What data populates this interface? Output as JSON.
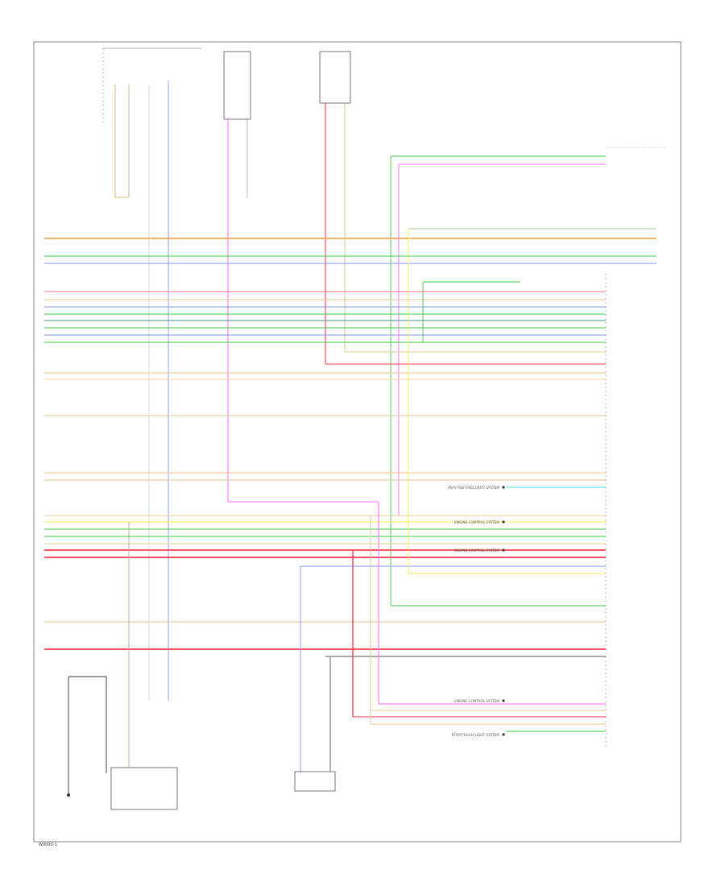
{
  "diagram": {
    "page_code": "W0000-1",
    "colors": {
      "orange": "#ff9a40",
      "green": "#3cc83c",
      "blue": "#7f95f2",
      "red": "#ff3c50",
      "pink": "#ff6bff",
      "tan": "#dcc894",
      "yellow": "#f4f04c",
      "cyan": "#50dcdc",
      "lightgreen": "#8fe08f",
      "gray": "#555555",
      "black": "#222222"
    },
    "notes": [
      "ANTI-THEFT/SECURITY SYSTEM",
      "ENGINE CONTROL SYSTEM",
      "ENGINE CONTROL SYSTEM",
      "ENGINE CONTROL SYSTEM",
      "STOP/TOUCH LIGHT SYSTEM"
    ]
  }
}
